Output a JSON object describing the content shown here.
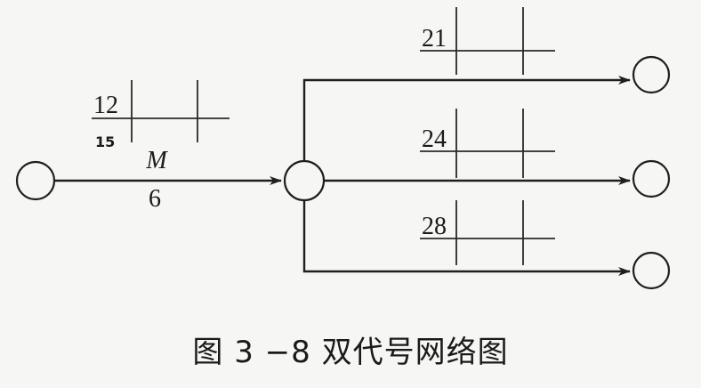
{
  "diagram": {
    "activity_main": {
      "name": "M",
      "duration": "6",
      "grid_top_left": "12",
      "grid_bottom_left": "15"
    },
    "succ_top": {
      "grid_top_left": "21"
    },
    "succ_mid": {
      "grid_top_left": "24"
    },
    "succ_bot": {
      "grid_top_left": "28"
    }
  },
  "caption": "图 3 −8   双代号网络图"
}
